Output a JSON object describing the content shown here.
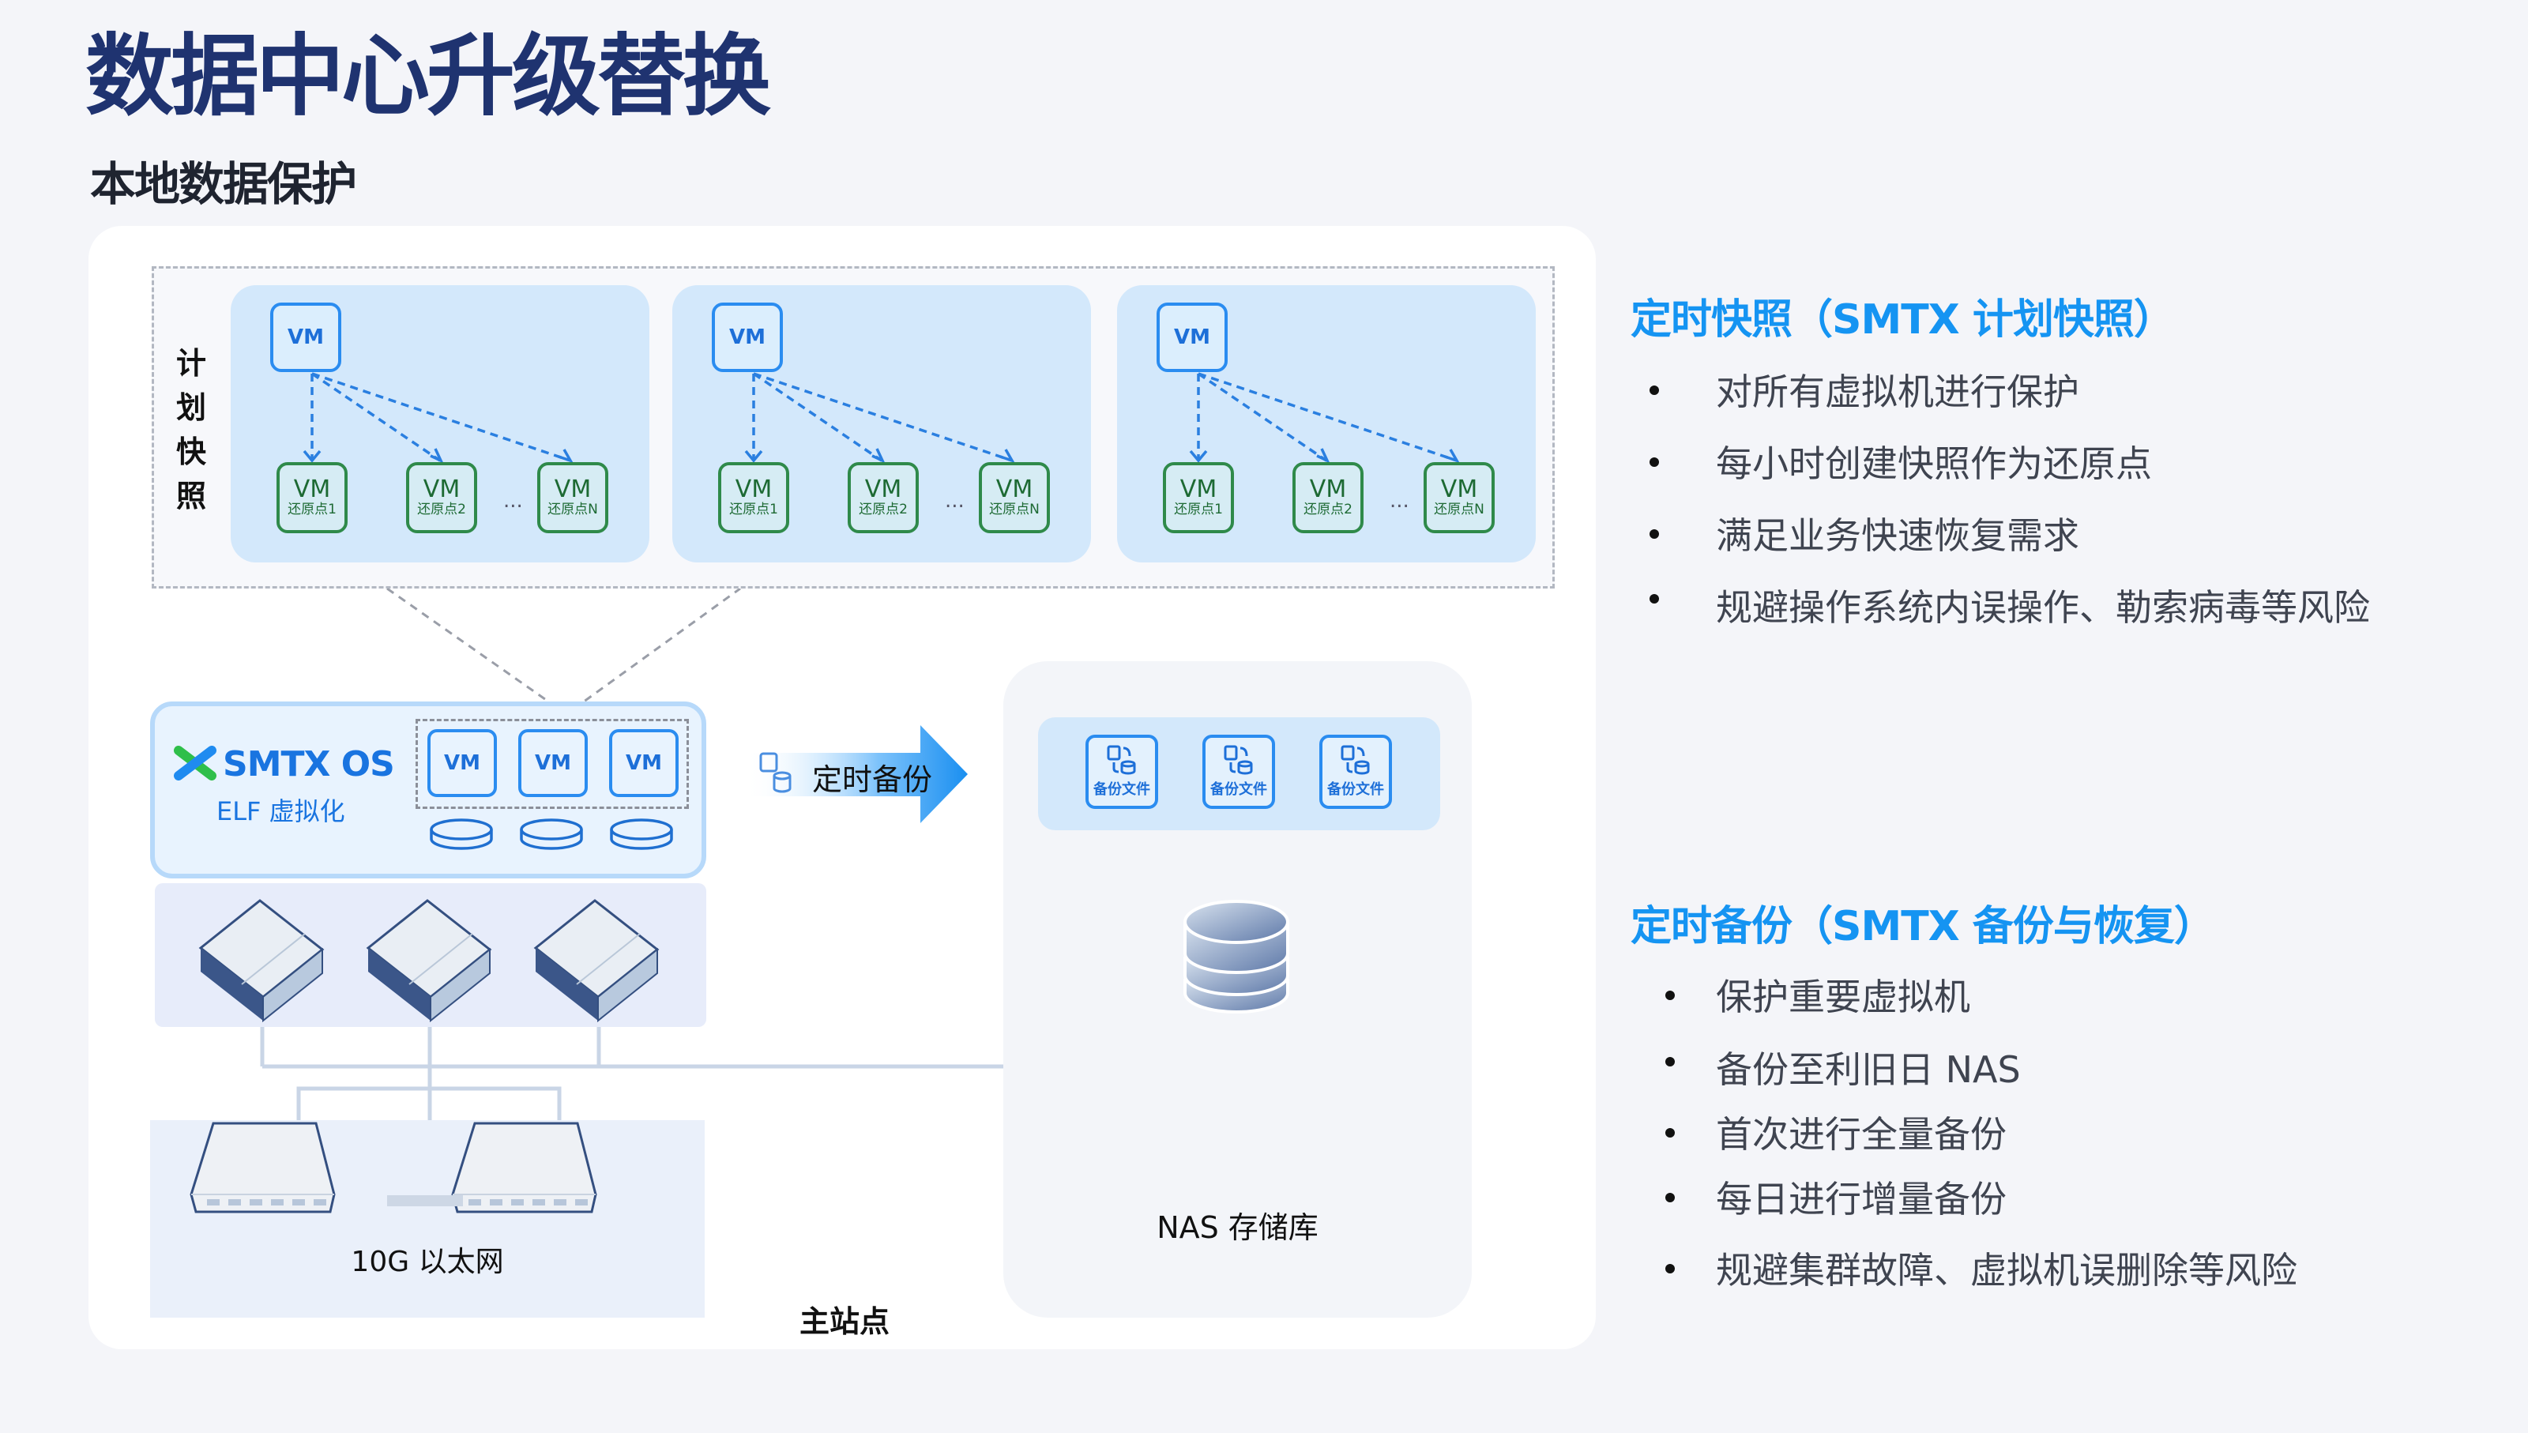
{
  "header": {
    "title": "数据中心升级替换",
    "subtitle": "本地数据保护"
  },
  "diagram": {
    "snapshot_label": "计划快照",
    "snapshot_groups": [
      {
        "source": "VM",
        "restore_points": [
          {
            "vm": "VM",
            "label": "还原点1"
          },
          {
            "vm": "VM",
            "label": "还原点2"
          },
          {
            "vm": "VM",
            "label": "还原点N"
          }
        ],
        "ellipsis": "..."
      },
      {
        "source": "VM",
        "restore_points": [
          {
            "vm": "VM",
            "label": "还原点1"
          },
          {
            "vm": "VM",
            "label": "还原点2"
          },
          {
            "vm": "VM",
            "label": "还原点N"
          }
        ],
        "ellipsis": "..."
      },
      {
        "source": "VM",
        "restore_points": [
          {
            "vm": "VM",
            "label": "还原点1"
          },
          {
            "vm": "VM",
            "label": "还原点2"
          },
          {
            "vm": "VM",
            "label": "还原点N"
          }
        ],
        "ellipsis": "..."
      }
    ],
    "platform": {
      "name": "SMTX OS",
      "subtitle": "ELF 虚拟化",
      "vms": [
        "VM",
        "VM",
        "VM"
      ]
    },
    "backup_arrow_label": "定时备份",
    "nas": {
      "files": [
        "备份文件",
        "备份文件",
        "备份文件"
      ],
      "label": "NAS 存储库"
    },
    "network_label": "10G 以太网",
    "site_label": "主站点",
    "colors": {
      "title": "#1f3370",
      "accent": "#1594f2",
      "vm_border": "#2a8cf0",
      "restore_border": "#2f8a4a",
      "panel_fill": "#d3e8fb"
    }
  },
  "sections": [
    {
      "heading": "定时快照（SMTX 计划快照）",
      "items": [
        "对所有虚拟机进行保护",
        "每小时创建快照作为还原点",
        "满足业务快速恢复需求",
        "规避操作系统内误操作、勒索病毒等风险"
      ]
    },
    {
      "heading": "定时备份（SMTX 备份与恢复）",
      "items": [
        "保护重要虚拟机",
        "备份至利旧日 NAS",
        "首次进行全量备份",
        "每日进行增量备份",
        "规避集群故障、虚拟机误删除等风险"
      ]
    }
  ]
}
